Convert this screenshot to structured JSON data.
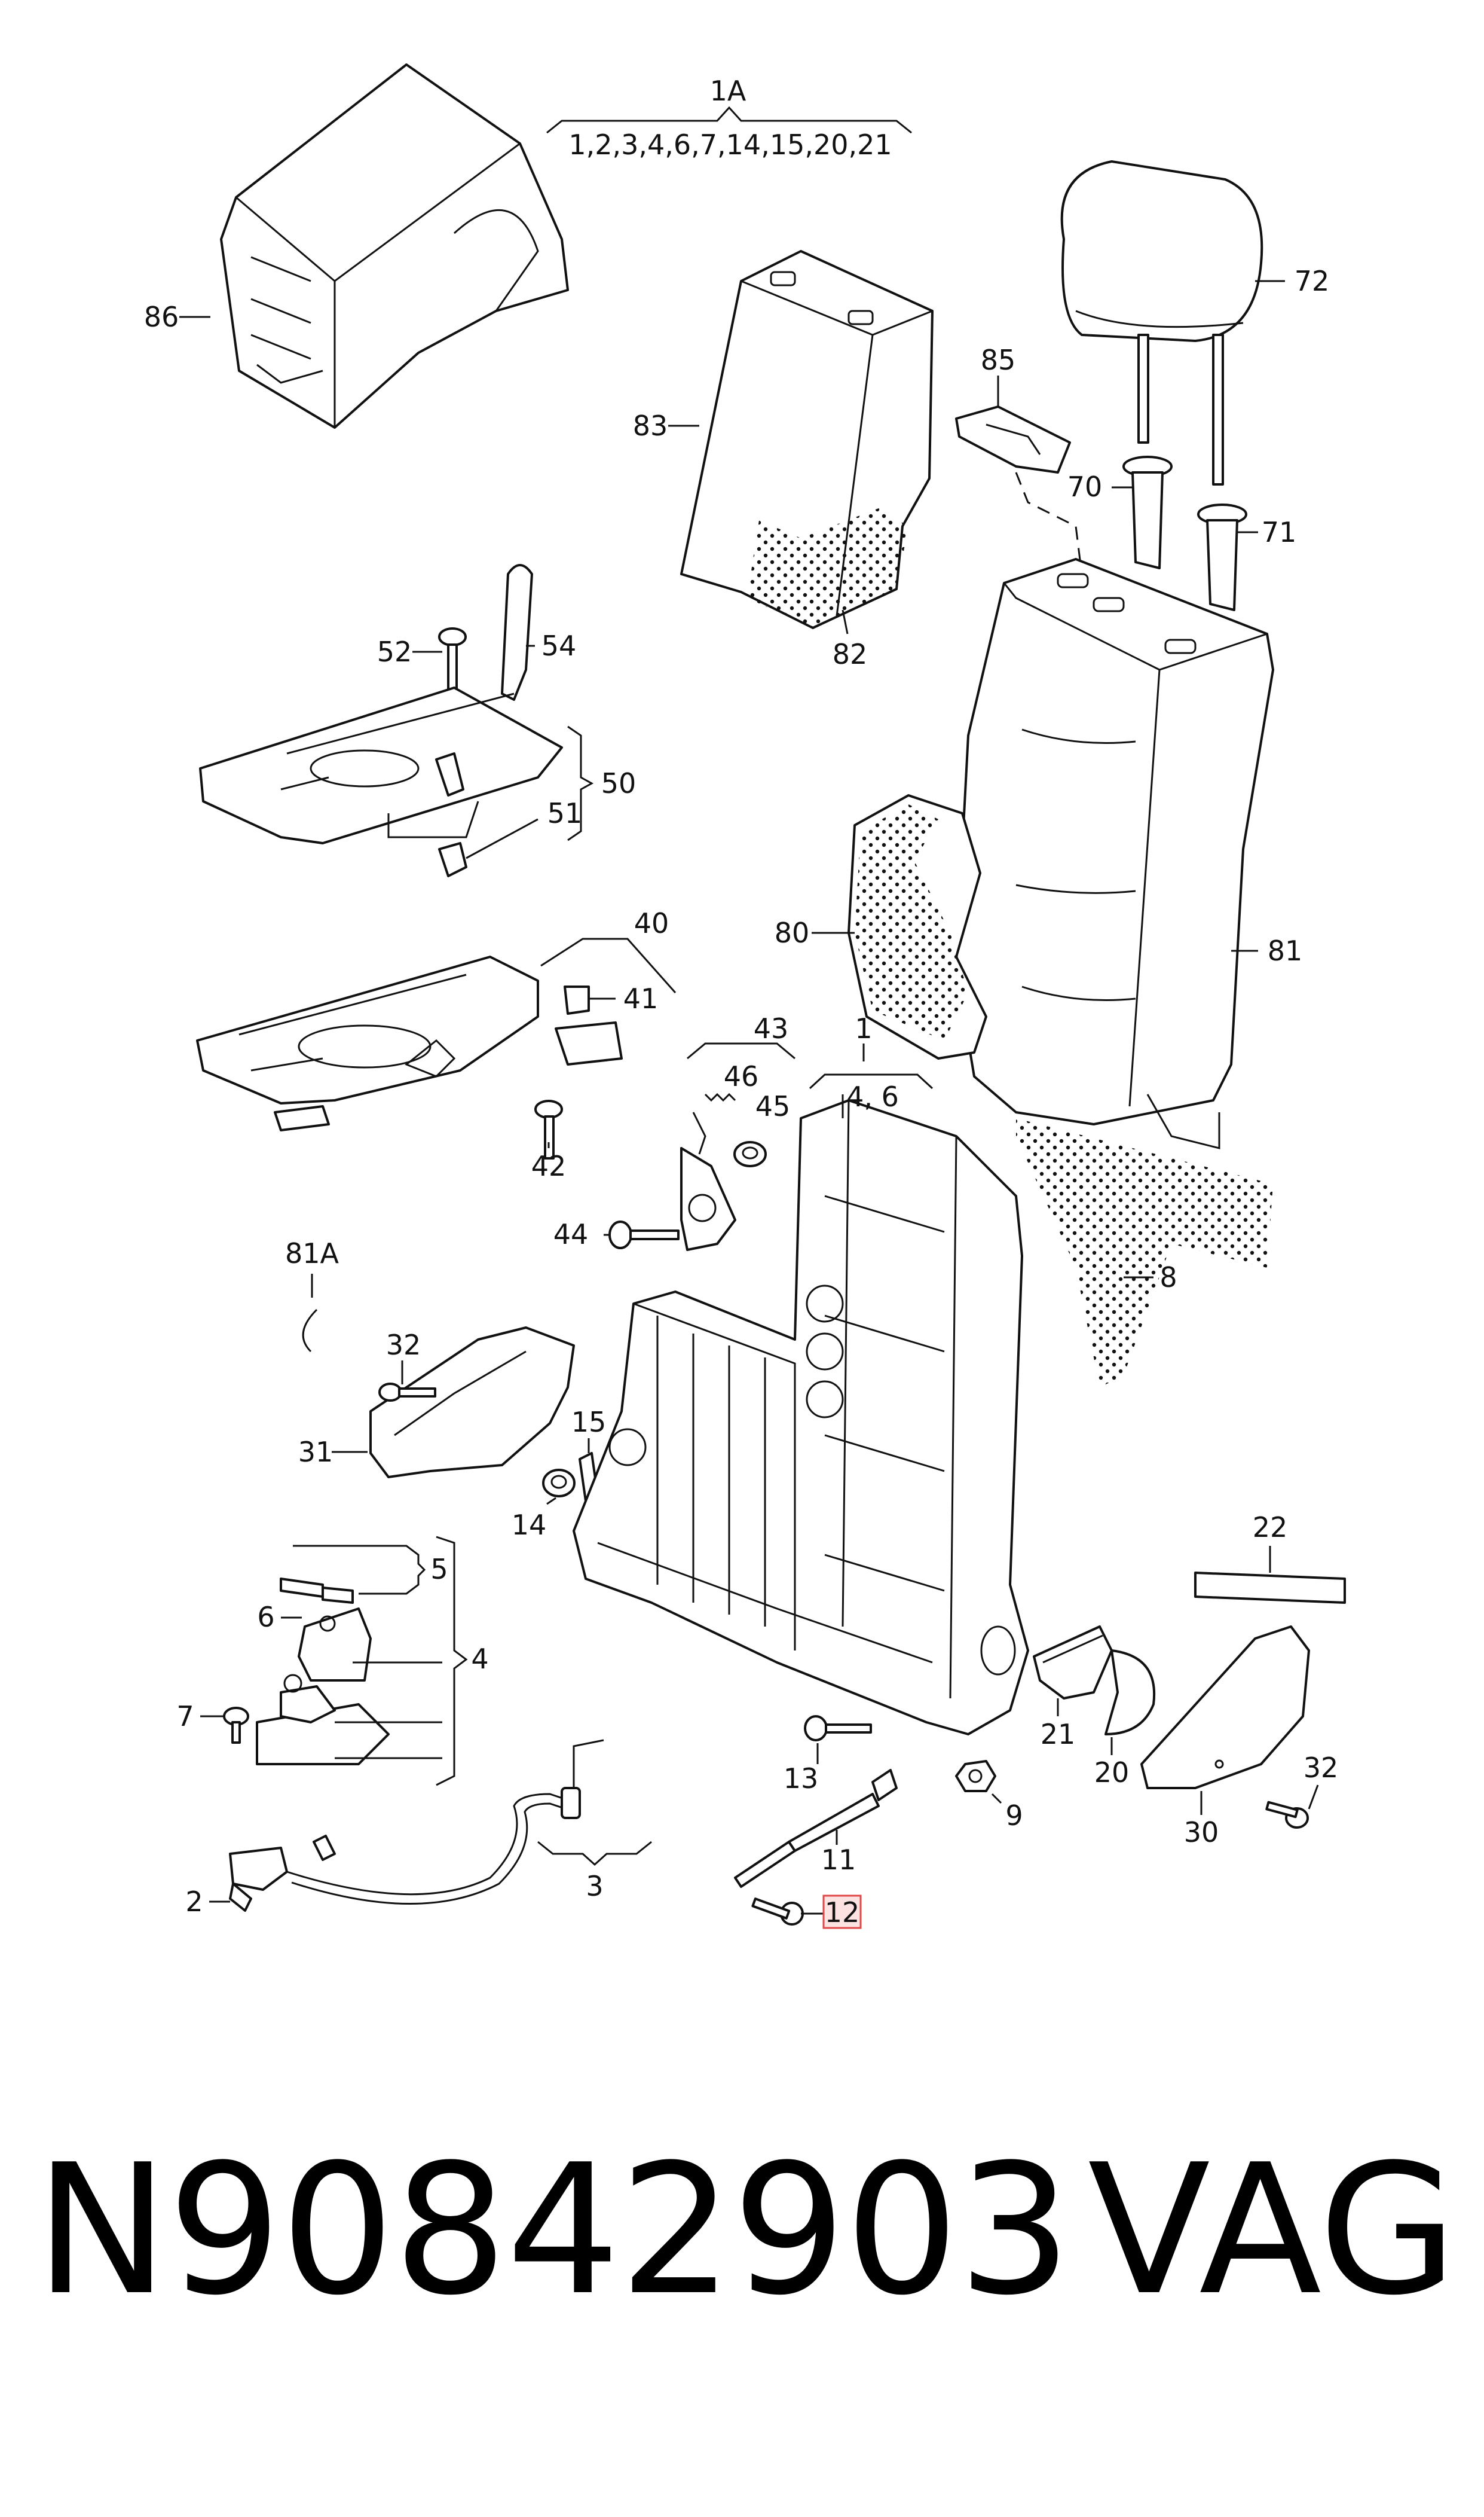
{
  "footer": {
    "part_number": "N90842903",
    "brand": "VAG"
  },
  "callouts": {
    "group_1a": "1A",
    "group_1a_members": "1,2,3,4,6,7,14,15,20,21",
    "c1": "1",
    "c1_members": "4, 6",
    "c2": "2",
    "c3": "3",
    "c4": "4",
    "c5": "5",
    "c6": "6",
    "c7": "7",
    "c8": "8",
    "c9": "9",
    "c11": "11",
    "c12": "12",
    "c13": "13",
    "c14": "14",
    "c15": "15",
    "c20": "20",
    "c21": "21",
    "c22": "22",
    "c30": "30",
    "c31": "31",
    "c32a": "32",
    "c32b": "32",
    "c40": "40",
    "c41": "41",
    "c42": "42",
    "c43": "43",
    "c44": "44",
    "c45": "45",
    "c46": "46",
    "c50": "50",
    "c51": "51",
    "c52": "52",
    "c54": "54",
    "c70": "70",
    "c71": "71",
    "c72": "72",
    "c80": "80",
    "c81": "81",
    "c81a": "81A",
    "c82": "82",
    "c83": "83",
    "c85": "85",
    "c86": "86"
  },
  "highlighted_callout": "12",
  "colors": {
    "line": "#111111",
    "highlight_fill": "#fde2e2",
    "highlight_stroke": "#e04848"
  }
}
